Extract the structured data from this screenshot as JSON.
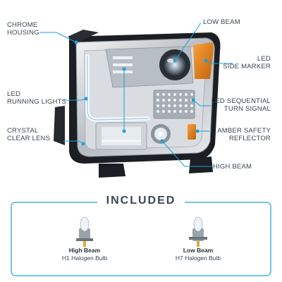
{
  "callouts": {
    "chrome_housing": [
      "CHROME",
      "HOUSING"
    ],
    "low_beam": [
      "LOW BEAM"
    ],
    "led_side_marker": [
      "LED",
      "SIDE MARKER"
    ],
    "led_running_lights": [
      "LED",
      "RUNNING LIGHTS"
    ],
    "led_sequential": [
      "LED SEQUENTIAL",
      "TURN SIGNAL"
    ],
    "crystal_clear_lens": [
      "CRYSTAL",
      "CLEAR LENS"
    ],
    "amber_safety": [
      "AMBER SAFETY",
      "REFLECTOR"
    ],
    "high_beam": [
      "HIGH BEAM"
    ]
  },
  "included": {
    "title": "INCLUDED",
    "bulbs": [
      {
        "name": "High Beam",
        "type": "H1 Halogen Bulb",
        "icon": "h1-halogen-bulb-icon"
      },
      {
        "name": "Low Beam",
        "type": "H7 Halogen Bulb",
        "icon": "h7-halogen-bulb-icon"
      }
    ]
  },
  "colors": {
    "accent": "#1da1d8",
    "text": "#3a4650",
    "amber": "#e07b18",
    "chrome": "#c9cdd1",
    "housing": "#1b1e22"
  }
}
